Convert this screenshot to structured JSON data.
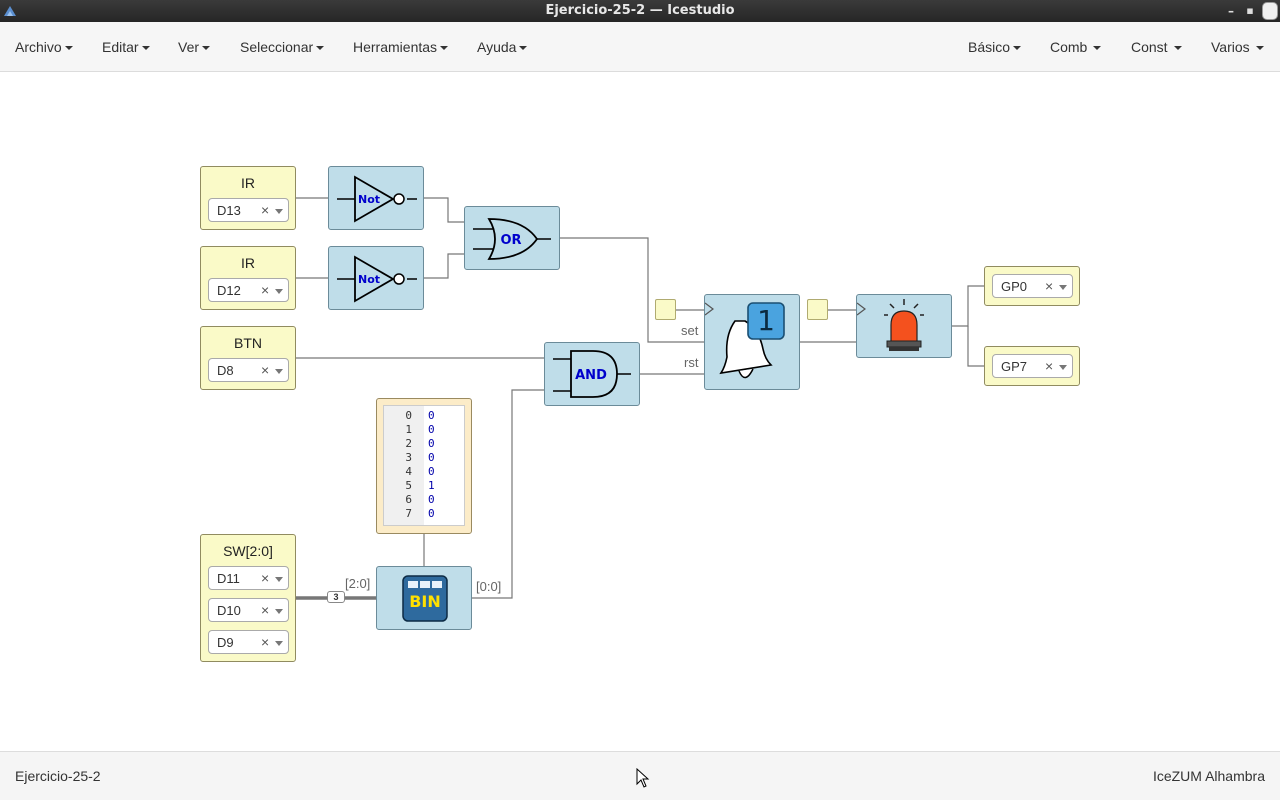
{
  "window": {
    "title": "Ejercicio-25-2 — Icestudio"
  },
  "menus_left": [
    "Archivo",
    "Editar",
    "Ver",
    "Seleccionar",
    "Herramientas",
    "Ayuda"
  ],
  "menus_right": [
    "Básico",
    "Comb",
    "Const",
    "Varios"
  ],
  "inputs": {
    "ir1": {
      "name": "IR",
      "pin": "D13"
    },
    "ir2": {
      "name": "IR",
      "pin": "D12"
    },
    "btn": {
      "name": "BTN",
      "pin": "D8"
    },
    "sw": {
      "name": "SW[2:0]",
      "pins": [
        "D11",
        "D10",
        "D9"
      ]
    }
  },
  "outputs": {
    "out1": {
      "pin": "GP0"
    },
    "out2": {
      "pin": "GP7"
    }
  },
  "gates": {
    "not1": "Not",
    "not2": "Not",
    "or": "OR",
    "and": "AND"
  },
  "flipflop": {
    "value": "1",
    "set_label": "set",
    "rst_label": "rst"
  },
  "rom": {
    "label": "BIN",
    "addresses": [
      "0",
      "1",
      "2",
      "3",
      "4",
      "5",
      "6",
      "7"
    ],
    "values": [
      "0",
      "0",
      "0",
      "0",
      "0",
      "1",
      "0",
      "0"
    ]
  },
  "bus": {
    "in_label": "[2:0]",
    "out_label": "[0:0]",
    "width": "3"
  },
  "status": {
    "project": "Ejercicio-25-2",
    "board": "IceZUM Alhambra"
  },
  "colors": {
    "io_block": "#fafac8",
    "logic_block": "#bfdde9",
    "gate_text": "#0000cc"
  },
  "icons": [
    "icestudio-app-icon",
    "minimize-icon",
    "maximize-icon",
    "close-icon",
    "bell-icon",
    "alarm-light-icon",
    "binary-rom-icon"
  ]
}
